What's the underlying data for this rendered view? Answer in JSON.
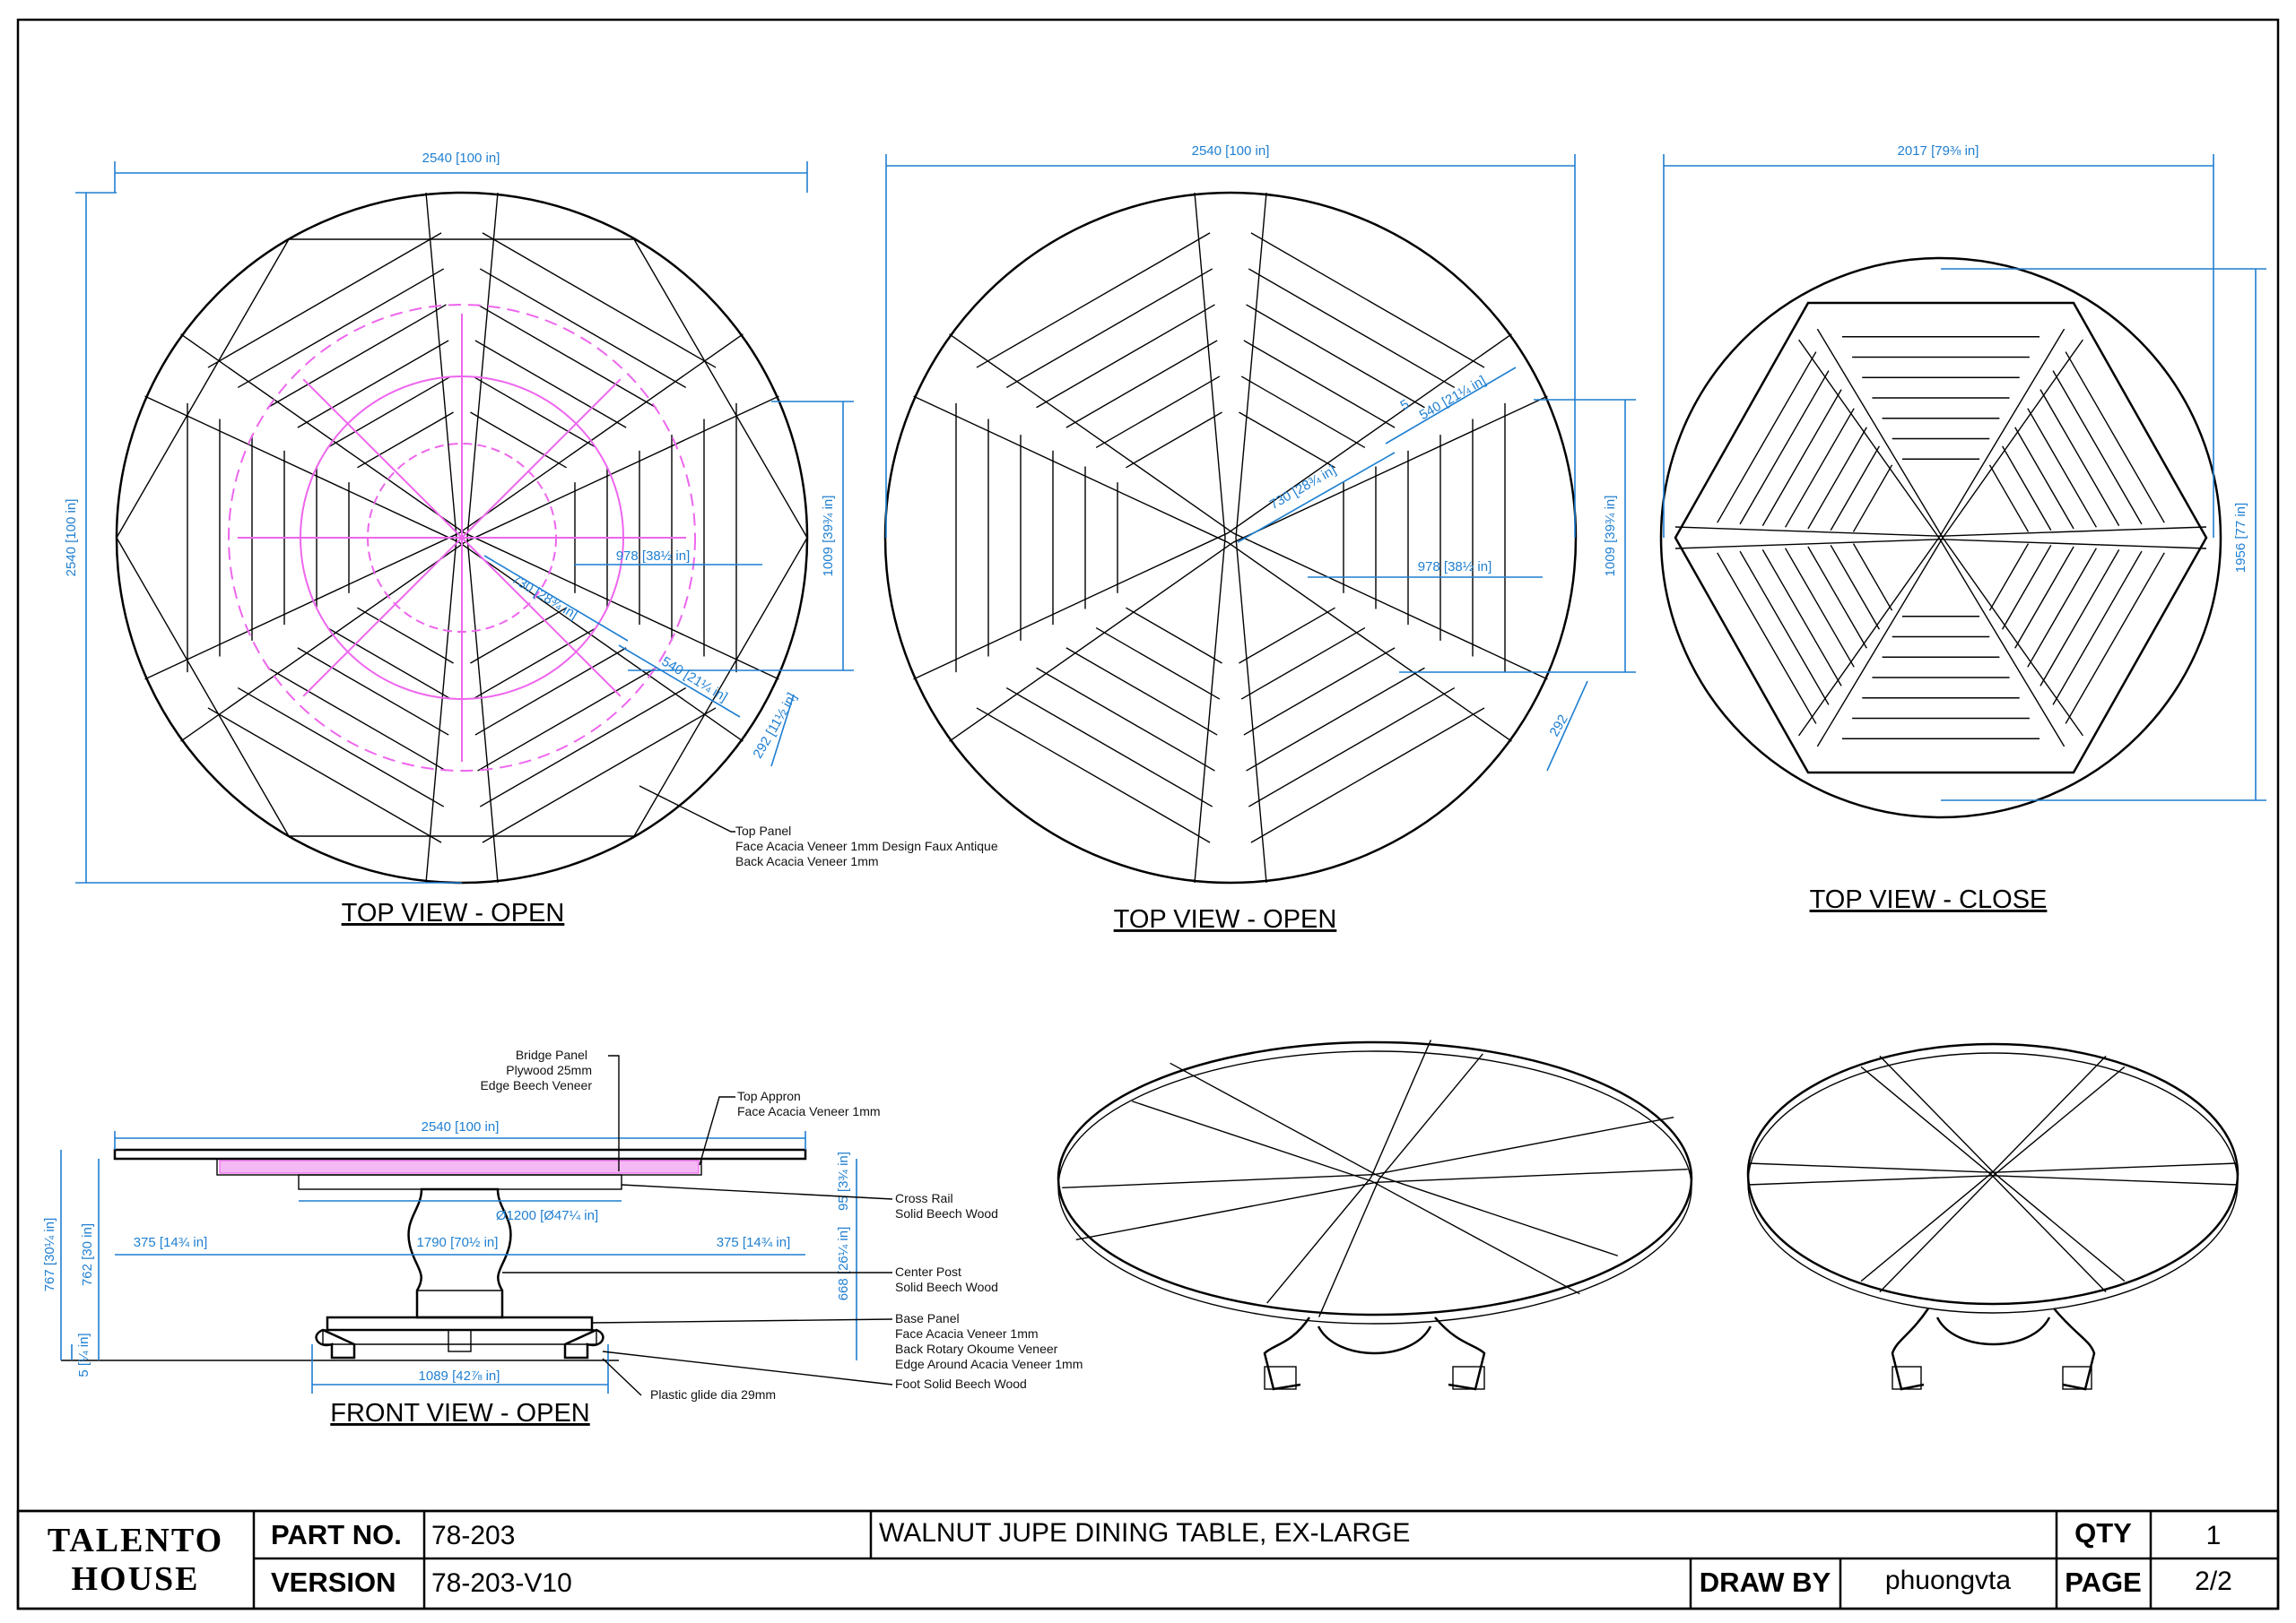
{
  "views": {
    "top_open_1": {
      "title": "TOP VIEW - OPEN",
      "dim_width": "2540 [100 in]",
      "dim_height": "2540 [100 in]",
      "dim_1009": "1009 [39¾ in]",
      "dim_978": "978 [38½ in]",
      "dim_730": "730 [28¾ in]",
      "dim_540": "540 [21¼ in]",
      "dim_292": "292 [11½ in]"
    },
    "top_open_2": {
      "title": "TOP VIEW - OPEN",
      "dim_width": "2540 [100 in]",
      "dim_1009": "1009 [39¾ in]",
      "dim_978": "978 [38½ in]",
      "dim_730": "730 [28¾ in]",
      "dim_540": "540 [21¼ in]",
      "dim_5": "5",
      "dim_292": "292"
    },
    "top_close": {
      "title": "TOP VIEW - CLOSE",
      "dim_width": "2017 [79⅜ in]",
      "dim_height": "1956 [77 in]"
    },
    "front_open": {
      "title": "FRONT VIEW - OPEN",
      "dim_width": "2540 [100 in]",
      "dim_767": "767 [30¼ in]",
      "dim_762": "762 [30 in]",
      "dim_375_left": "375 [14¾ in]",
      "dim_375_right": "375 [14¾ in]",
      "dim_1790": "1790 [70½ in]",
      "dim_1200": "Ø1200 [Ø47¼ in]",
      "dim_95": "95 [3¾ in]",
      "dim_668": "668 [26¼ in]",
      "dim_5": "5 [¼ in]",
      "dim_1089": "1089 [42⅞ in]"
    }
  },
  "annotations": {
    "top_panel": [
      "Top Panel",
      "Face Acacia Veneer 1mm Design Faux Antique",
      "Back Acacia Veneer 1mm"
    ],
    "bridge_panel": [
      "Bridge Panel",
      "Plywood 25mm",
      "Edge Beech Veneer"
    ],
    "top_appron": [
      "Top Appron",
      "Face Acacia Veneer 1mm"
    ],
    "cross_rail": [
      "Cross Rail",
      "Solid Beech Wood"
    ],
    "center_post": [
      "Center Post",
      "Solid Beech Wood"
    ],
    "base_panel": [
      "Base Panel",
      "Face Acacia Veneer 1mm",
      "Back Rotary Okoume Veneer",
      "Edge Around Acacia Veneer 1mm"
    ],
    "foot": [
      "Foot Solid Beech Wood"
    ],
    "plastic_glide": [
      "Plastic glide dia 29mm"
    ]
  },
  "title_block": {
    "logo_line1": "TALENTO",
    "logo_line2": "HOUSE",
    "part_no_label": "PART NO.",
    "part_no": "78-203",
    "description": "WALNUT JUPE DINING TABLE, EX-LARGE",
    "qty_label": "QTY",
    "qty": "1",
    "version_label": "VERSION",
    "version": "78-203-V10",
    "draw_by_label": "DRAW BY",
    "draw_by": "phuongvta",
    "page_label": "PAGE",
    "page": "2/2"
  },
  "colors": {
    "dimension": "#1f7fd1",
    "mechanism": "#ee66ee",
    "line": "#000000"
  }
}
